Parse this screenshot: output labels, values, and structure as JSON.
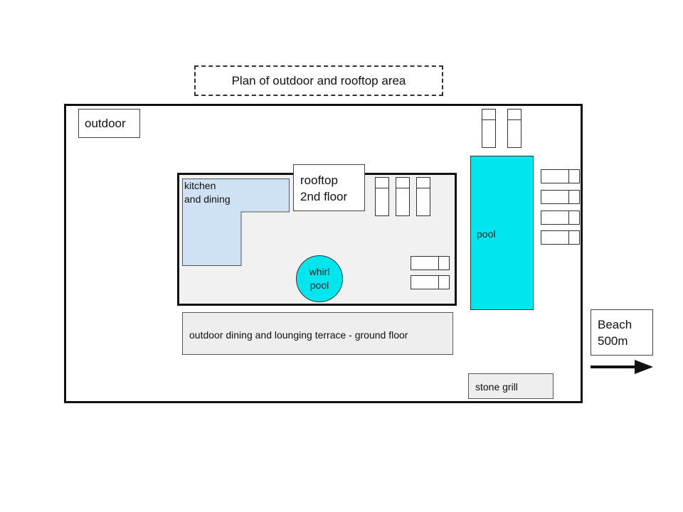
{
  "title": "Plan of outdoor and rooftop area",
  "areas": {
    "outdoor": "outdoor",
    "kitchen_line1": "kitchen",
    "kitchen_line2": "and dining",
    "rooftop_line1": "rooftop",
    "rooftop_line2": "2nd floor",
    "whirlpool_line1": "whirl",
    "whirlpool_line2": "pool",
    "pool": "pool",
    "terrace": "outdoor dining and lounging terrace - ground floor",
    "grill": "stone grill"
  },
  "beach": {
    "line1": "Beach",
    "line2": "500m"
  },
  "colors": {
    "water": "#00e5ee",
    "kitchen": "#cfe2f3",
    "rooftop_floor": "#f1f1f1",
    "ground_floor": "#eeeeee"
  },
  "icons": {
    "lounger": "sun-lounger-icon",
    "arrow": "arrow-right-icon"
  }
}
